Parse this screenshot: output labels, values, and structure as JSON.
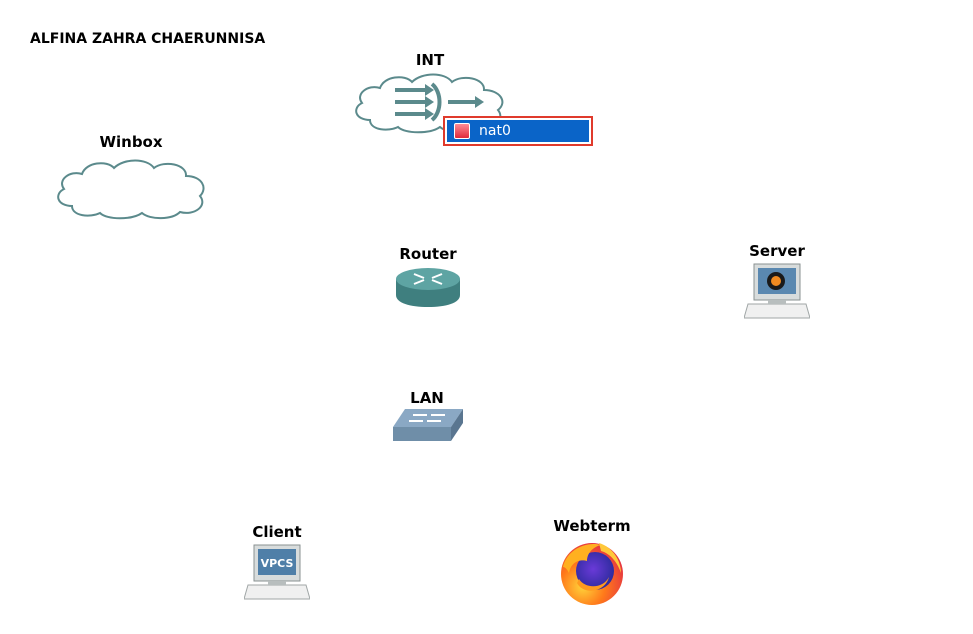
{
  "canvas": {
    "title": "ALFINA ZAHRA CHAERUNNISA"
  },
  "nodes": [
    {
      "id": "int",
      "label": "INT",
      "type": "nat-cloud"
    },
    {
      "id": "winbox",
      "label": "Winbox",
      "type": "cloud"
    },
    {
      "id": "router",
      "label": "Router",
      "type": "router"
    },
    {
      "id": "server",
      "label": "Server",
      "type": "qemu-host"
    },
    {
      "id": "lan",
      "label": "LAN",
      "type": "switch"
    },
    {
      "id": "client",
      "label": "Client",
      "type": "vpcs-host",
      "screen_text": "VPCS"
    },
    {
      "id": "webterm",
      "label": "Webterm",
      "type": "firefox"
    }
  ],
  "context_menu": {
    "items": [
      {
        "label": "nat0",
        "icon": "port-icon",
        "selected": true
      }
    ],
    "colors": {
      "border": "#e03a2c",
      "highlight": "#0a64c8"
    }
  }
}
